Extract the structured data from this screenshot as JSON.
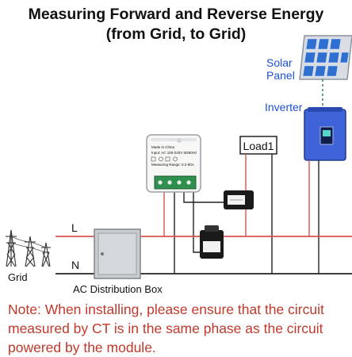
{
  "title": {
    "line1": "Measuring  Forward and Reverse Energy",
    "line2": "(from Grid, to Grid)"
  },
  "labels": {
    "solar_line1": "Solar",
    "solar_line2": "Panel",
    "inverter": "Inverter",
    "load": "Load1",
    "line_l": "L",
    "line_n": "N",
    "grid": "Grid",
    "ac_box": "AC Distribution Box"
  },
  "module": {
    "line1": "Made in China",
    "line2": "Input: AC 100-240V 50/60Hz",
    "line3": "Measuring Range: 0.2-80A"
  },
  "note": {
    "lead": "Note:",
    "text": " When installing, please ensure that the circuit measured by CT is in the same phase as the circuit powered by the module."
  },
  "colors": {
    "live": "#d9534f",
    "neutral": "#222222",
    "accent_text": "#1b4fd6",
    "note": "#c0392b",
    "inverter": "#3f63d8",
    "ground": "#2e8b57"
  }
}
